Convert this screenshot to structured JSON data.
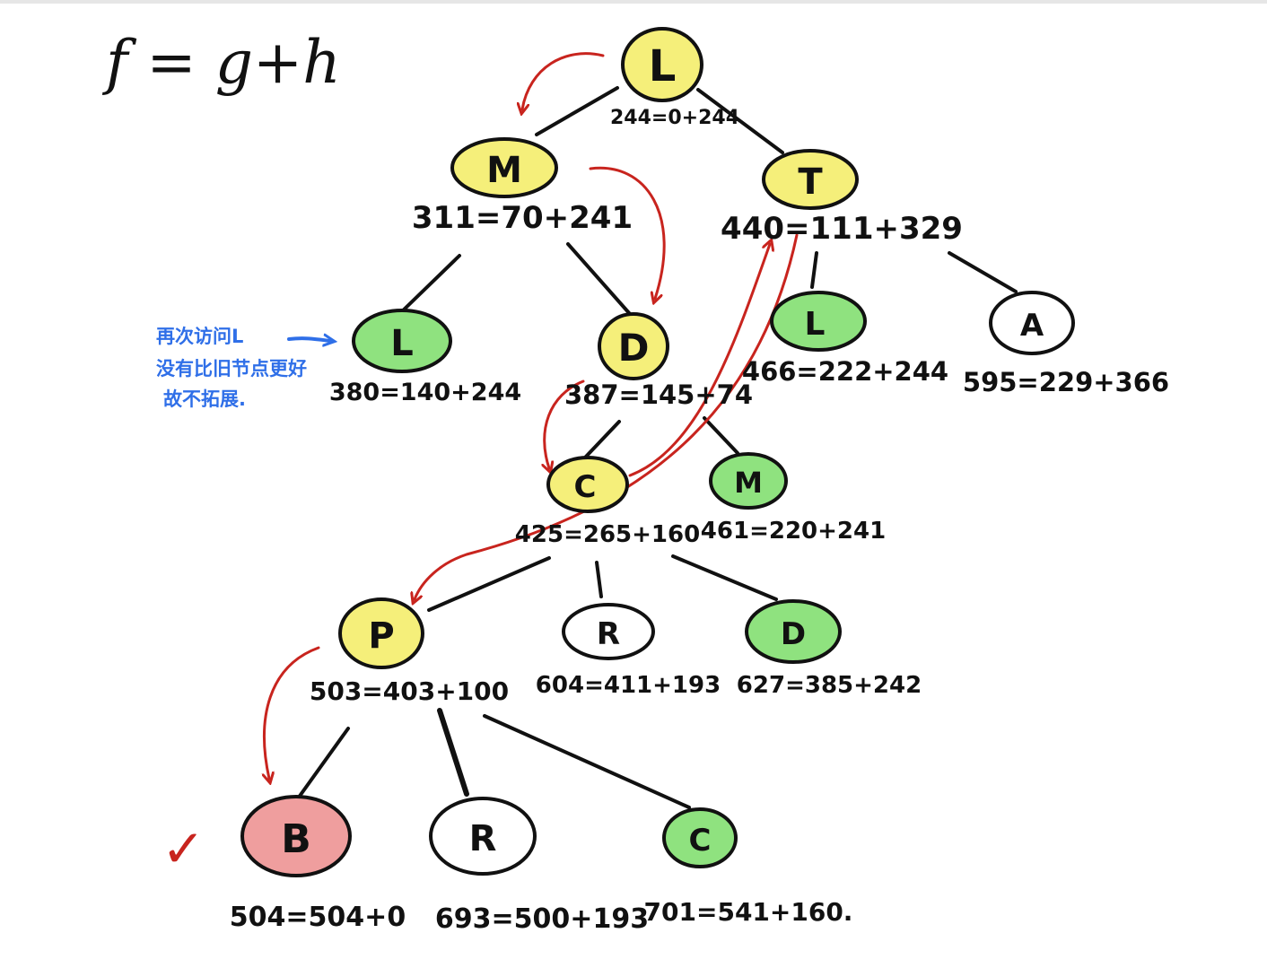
{
  "formula": "f = g+h",
  "colors": {
    "expanded": "#f5ef7a",
    "closed_revisit": "#8fe27f",
    "open": "#ffffff",
    "goal": "#ef9e9e",
    "arrow": "#c8241e",
    "note": "#2f6fe8"
  },
  "nodes": {
    "root_l": {
      "letter": "L",
      "value": "244=0+244",
      "state": "expanded"
    },
    "m1": {
      "letter": "M",
      "value": "311=70+241",
      "state": "expanded"
    },
    "t1": {
      "letter": "T",
      "value": "440=111+329",
      "state": "expanded"
    },
    "l2": {
      "letter": "L",
      "value": "380=140+244",
      "state": "closed_revisit"
    },
    "d2": {
      "letter": "D",
      "value": "387=145+74",
      "state": "expanded"
    },
    "l3": {
      "letter": "L",
      "value": "466=222+244",
      "state": "closed_revisit"
    },
    "a3": {
      "letter": "A",
      "value": "595=229+366",
      "state": "open"
    },
    "c3": {
      "letter": "C",
      "value": "425=265+160",
      "state": "expanded"
    },
    "m3": {
      "letter": "M",
      "value": "461=220+241",
      "state": "closed_revisit"
    },
    "p4": {
      "letter": "P",
      "value": "503=403+100",
      "state": "expanded"
    },
    "r4": {
      "letter": "R",
      "value": "604=411+193",
      "state": "open"
    },
    "d4": {
      "letter": "D",
      "value": "627=385+242",
      "state": "closed_revisit"
    },
    "b5": {
      "letter": "B",
      "value": "504=504+0",
      "state": "goal"
    },
    "r5": {
      "letter": "R",
      "value": "693=500+193",
      "state": "open"
    },
    "c5": {
      "letter": "C",
      "value": "701=541+160.",
      "state": "closed_revisit"
    }
  },
  "annotation": {
    "lines": [
      "再次访问L",
      "没有比旧节点更好",
      "故不拓展."
    ]
  },
  "goal_mark": "✓"
}
